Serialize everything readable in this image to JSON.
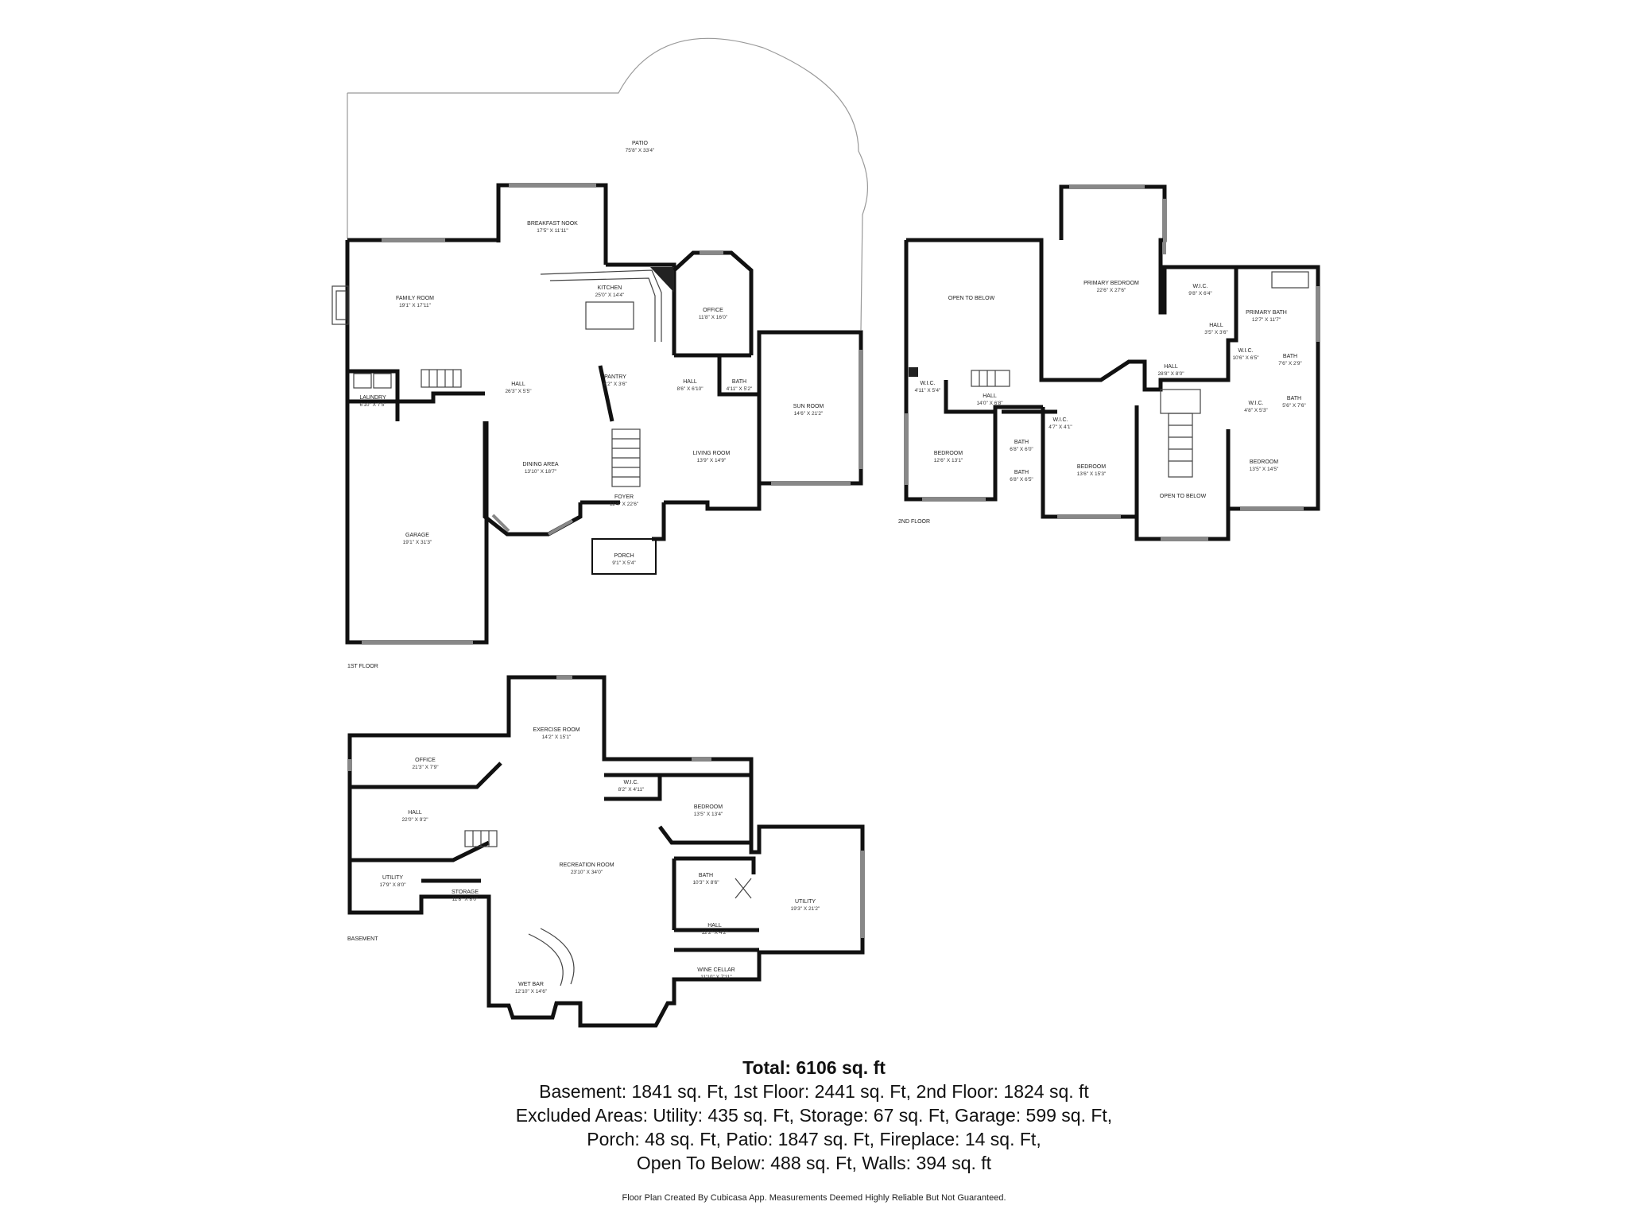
{
  "floors": {
    "first": {
      "label": "1ST FLOOR",
      "rooms": [
        {
          "name": "PATIO",
          "dim": "75'8\" X 33'4\""
        },
        {
          "name": "BREAKFAST NOOK",
          "dim": "17'5\" X 11'11\""
        },
        {
          "name": "FAMILY ROOM",
          "dim": "19'1\" X 17'11\""
        },
        {
          "name": "KITCHEN",
          "dim": "25'0\" X 14'4\""
        },
        {
          "name": "OFFICE",
          "dim": "11'8\" X 16'0\""
        },
        {
          "name": "LAUNDRY",
          "dim": "6'10\" X 7'5\""
        },
        {
          "name": "HALL",
          "dim": "26'3\" X 5'5\""
        },
        {
          "name": "PANTRY",
          "dim": "6'2\" X 3'6\""
        },
        {
          "name": "HALL",
          "dim": "8'6\" X 6'10\""
        },
        {
          "name": "BATH",
          "dim": "4'11\" X 5'2\""
        },
        {
          "name": "SUN ROOM",
          "dim": "14'6\" X 21'2\""
        },
        {
          "name": "DINING AREA",
          "dim": "13'10\" X 18'7\""
        },
        {
          "name": "LIVING ROOM",
          "dim": "13'9\" X 14'9\""
        },
        {
          "name": "GARAGE",
          "dim": "19'1\" X 31'3\""
        },
        {
          "name": "FOYER",
          "dim": "11'4\" X 22'6\""
        },
        {
          "name": "PORCH",
          "dim": "9'1\" X 5'4\""
        }
      ]
    },
    "second": {
      "label": "2ND FLOOR",
      "rooms": [
        {
          "name": "OPEN TO BELOW",
          "dim": ""
        },
        {
          "name": "PRIMARY BEDROOM",
          "dim": "22'6\" X 27'6\""
        },
        {
          "name": "W.I.C.",
          "dim": "9'8\" X 6'4\""
        },
        {
          "name": "PRIMARY BATH",
          "dim": "12'7\" X 11'7\""
        },
        {
          "name": "HALL",
          "dim": "3'5\" X 3'6\""
        },
        {
          "name": "W.I.C.",
          "dim": "10'6\" X 6'5\""
        },
        {
          "name": "BATH",
          "dim": "7'6\" X 2'9\""
        },
        {
          "name": "W.I.C.",
          "dim": "4'11\" X 5'4\""
        },
        {
          "name": "HALL",
          "dim": "14'0\" X 6'8\""
        },
        {
          "name": "HALL",
          "dim": "28'8\" X 8'0\""
        },
        {
          "name": "W.I.C.",
          "dim": "4'8\" X 5'3\""
        },
        {
          "name": "BATH",
          "dim": "5'6\" X 7'6\""
        },
        {
          "name": "W.I.C.",
          "dim": "4'7\" X 4'1\""
        },
        {
          "name": "BEDROOM",
          "dim": "12'6\" X 13'1\""
        },
        {
          "name": "BATH",
          "dim": "6'8\" X 6'0\""
        },
        {
          "name": "BATH",
          "dim": "6'8\" X 6'5\""
        },
        {
          "name": "BEDROOM",
          "dim": "13'6\" X 15'3\""
        },
        {
          "name": "BEDROOM",
          "dim": "13'5\" X 14'5\""
        },
        {
          "name": "OPEN TO BELOW",
          "dim": ""
        }
      ]
    },
    "basement": {
      "label": "BASEMENT",
      "rooms": [
        {
          "name": "EXERCISE ROOM",
          "dim": "14'2\" X 15'1\""
        },
        {
          "name": "OFFICE",
          "dim": "21'3\" X 7'9\""
        },
        {
          "name": "W.I.C.",
          "dim": "8'2\" X 4'11\""
        },
        {
          "name": "BEDROOM",
          "dim": "13'5\" X 13'4\""
        },
        {
          "name": "HALL",
          "dim": "22'0\" X 9'2\""
        },
        {
          "name": "RECREATION ROOM",
          "dim": "23'10\" X 34'0\""
        },
        {
          "name": "UTILITY",
          "dim": "17'9\" X 8'0\""
        },
        {
          "name": "STORAGE",
          "dim": "11'8\" X 8'0\""
        },
        {
          "name": "BATH",
          "dim": "10'3\" X 8'6\""
        },
        {
          "name": "UTILITY",
          "dim": "19'3\" X 21'2\""
        },
        {
          "name": "HALL",
          "dim": "12'2\" X 4'2\""
        },
        {
          "name": "WINE CELLAR",
          "dim": "11'10\" X 7'11\""
        },
        {
          "name": "WET BAR",
          "dim": "12'10\" X 14'6\""
        }
      ]
    }
  },
  "summary": {
    "total": "Total: 6106 sq. ft",
    "lines": [
      "Basement: 1841 sq. Ft, 1st Floor: 2441 sq. Ft, 2nd Floor: 1824 sq. ft",
      "Excluded Areas: Utility: 435 sq. Ft, Storage: 67 sq. Ft, Garage: 599 sq. Ft,",
      "Porch: 48 sq. Ft, Patio: 1847 sq. Ft, Fireplace: 14 sq. Ft,",
      "Open To Below: 488 sq. Ft, Walls: 394 sq. ft"
    ]
  },
  "credit": "Floor Plan Created By Cubicasa App. Measurements Deemed Highly Reliable But Not Guaranteed."
}
